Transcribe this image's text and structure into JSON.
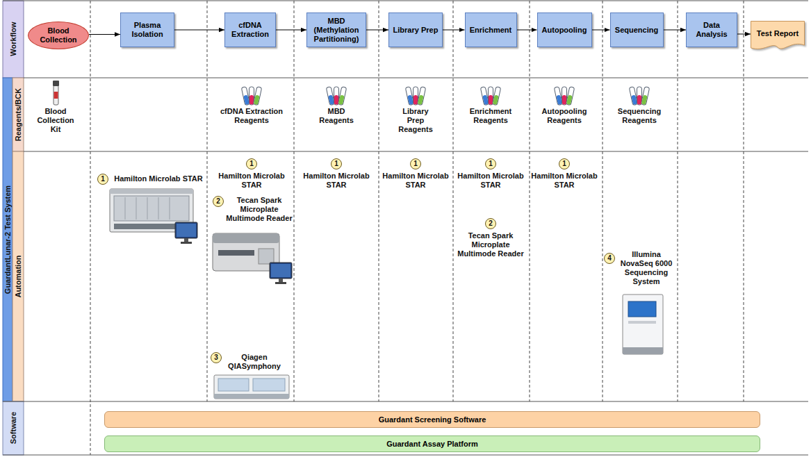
{
  "diagram": {
    "nodes": [
      {
        "text": [
          "Blood Collection"
        ]
      },
      {
        "text": [
          "Plasma Isolation"
        ]
      },
      {
        "text": [
          "cfDNA Extraction"
        ]
      },
      {
        "text": [
          "MBD (Methylation Partitioning)"
        ]
      },
      {
        "text": [
          "Library Prep"
        ]
      },
      {
        "text": [
          "Enrichment"
        ]
      },
      {
        "text": [
          "Autopooling"
        ]
      },
      {
        "text": [
          "Sequencing"
        ]
      },
      {
        "text": [
          "Data Analysis"
        ]
      },
      {
        "text": [
          "Test Report"
        ]
      },
      {
        "text": [
          "Guardant Screening Software"
        ]
      },
      {
        "text": [
          "Guardant Assay Platform"
        ]
      }
    ],
    "edges": [
      {
        "from": 0,
        "to": 1,
        "arrow": "to"
      },
      {
        "from": 1,
        "to": 2,
        "arrow": "to"
      },
      {
        "from": 2,
        "to": 3,
        "arrow": "to"
      },
      {
        "from": 3,
        "to": 4,
        "arrow": "to"
      },
      {
        "from": 4,
        "to": 5,
        "arrow": "to"
      },
      {
        "from": 5,
        "to": 6,
        "arrow": "to"
      },
      {
        "from": 6,
        "to": 7,
        "arrow": "to"
      },
      {
        "from": 7,
        "to": 8,
        "arrow": "to"
      },
      {
        "from": 8,
        "to": 9,
        "arrow": "to"
      }
    ],
    "labels": [
      "Workflow",
      "Reagents/BCK",
      "Automation",
      "Software",
      "GuardantLunar-2 Test System",
      "Blood Collection Kit",
      "cfDNA Extraction Reagents",
      "MBD Reagents",
      "Library Prep Reagents",
      "Enrichment Reagents",
      "Autopooling Reagents",
      "Sequencing Reagents",
      "1",
      "Hamilton Microlab STAR",
      "1",
      "Hamilton Microlab STAR",
      "2",
      "Tecan Spark Microplate Multimode Reader",
      "3",
      "Qiagen QIASymphony",
      "1",
      "Hamilton Microlab STAR",
      "1",
      "Hamilton Microlab STAR",
      "1",
      "Hamilton Microlab STAR",
      "2",
      "Tecan Spark Microplate Multimode Reader",
      "1",
      "Hamilton Microlab STAR",
      "4",
      "Illumina NovaSeq 6000 Sequencing System"
    ]
  }
}
